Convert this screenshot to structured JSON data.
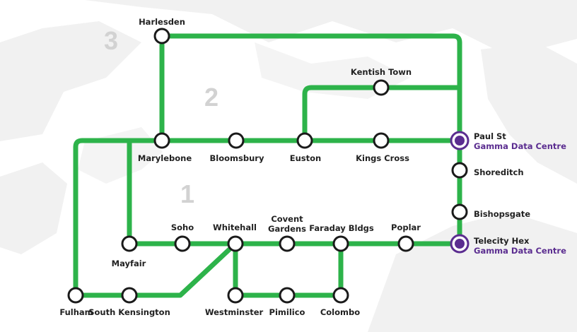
{
  "colors": {
    "line": "#2db34a",
    "station_fill": "#ffffff",
    "station_stroke": "#1a1a1a",
    "datacentre": "#5b2d90",
    "zone_text": "#d2d2d2",
    "background_shape": "#efefef"
  },
  "zones": [
    "3",
    "2",
    "1"
  ],
  "stations": {
    "harlesden": "Harlesden",
    "kentish_town": "Kentish Town",
    "marylebone": "Marylebone",
    "bloomsbury": "Bloomsbury",
    "euston": "Euston",
    "kings_cross": "Kings Cross",
    "paul_st": "Paul St",
    "shoreditch": "Shoreditch",
    "bishopsgate": "Bishopsgate",
    "telecity_hex": "Telecity Hex",
    "soho": "Soho",
    "whitehall": "Whitehall",
    "covent_gardens_1": "Covent",
    "covent_gardens_2": "Gardens",
    "faraday_bldgs": "Faraday Bldgs",
    "poplar": "Poplar",
    "mayfair": "Mayfair",
    "fulham": "Fulham",
    "south_kensington": "South Kensington",
    "westminster": "Westminster",
    "pimilico": "Pimilico",
    "colombo": "Colombo"
  },
  "datacentre_label": "Gamma Data Centre"
}
